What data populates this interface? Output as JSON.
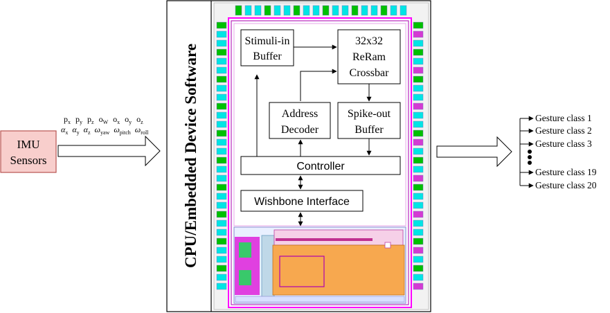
{
  "imu": {
    "line1": "IMU",
    "line2": "Sensors"
  },
  "signals": {
    "row1": [
      "p",
      "p",
      "p",
      "o",
      "o",
      "o",
      "o"
    ],
    "row1_sub": [
      "x",
      "y",
      "z",
      "W",
      "x",
      "y",
      "z"
    ],
    "row2": [
      "α",
      "α",
      "α",
      "ω",
      "ω",
      "ω"
    ],
    "row2_sub": [
      "x",
      "y",
      "z",
      "yaw",
      "pitch",
      "roll"
    ]
  },
  "vertical_title": "CPU/Embedded Device Software",
  "blocks": {
    "stimuli": [
      "Stimuli-in",
      "Buffer"
    ],
    "crossbar": [
      "32x32",
      "ReRam",
      "Crossbar"
    ],
    "address": [
      "Address",
      "Decoder"
    ],
    "spike": [
      "Spike-out",
      "Buffer"
    ],
    "controller": "Controller",
    "wishbone": "Wishbone Interface"
  },
  "gestures": [
    "Gesture class 1",
    "Gesture class 2",
    "Gesture class 3",
    "Gesture class 19",
    "Gesture class 20"
  ],
  "colors": {
    "imu_fill": "#f8cecc",
    "imu_stroke": "#b85450",
    "chip_border": "#ff00ff",
    "pad_cyan": "#00e5e5",
    "pad_green": "#00c000",
    "macro_orange": "#f7a84f",
    "macro_magenta": "#d33bd3"
  }
}
